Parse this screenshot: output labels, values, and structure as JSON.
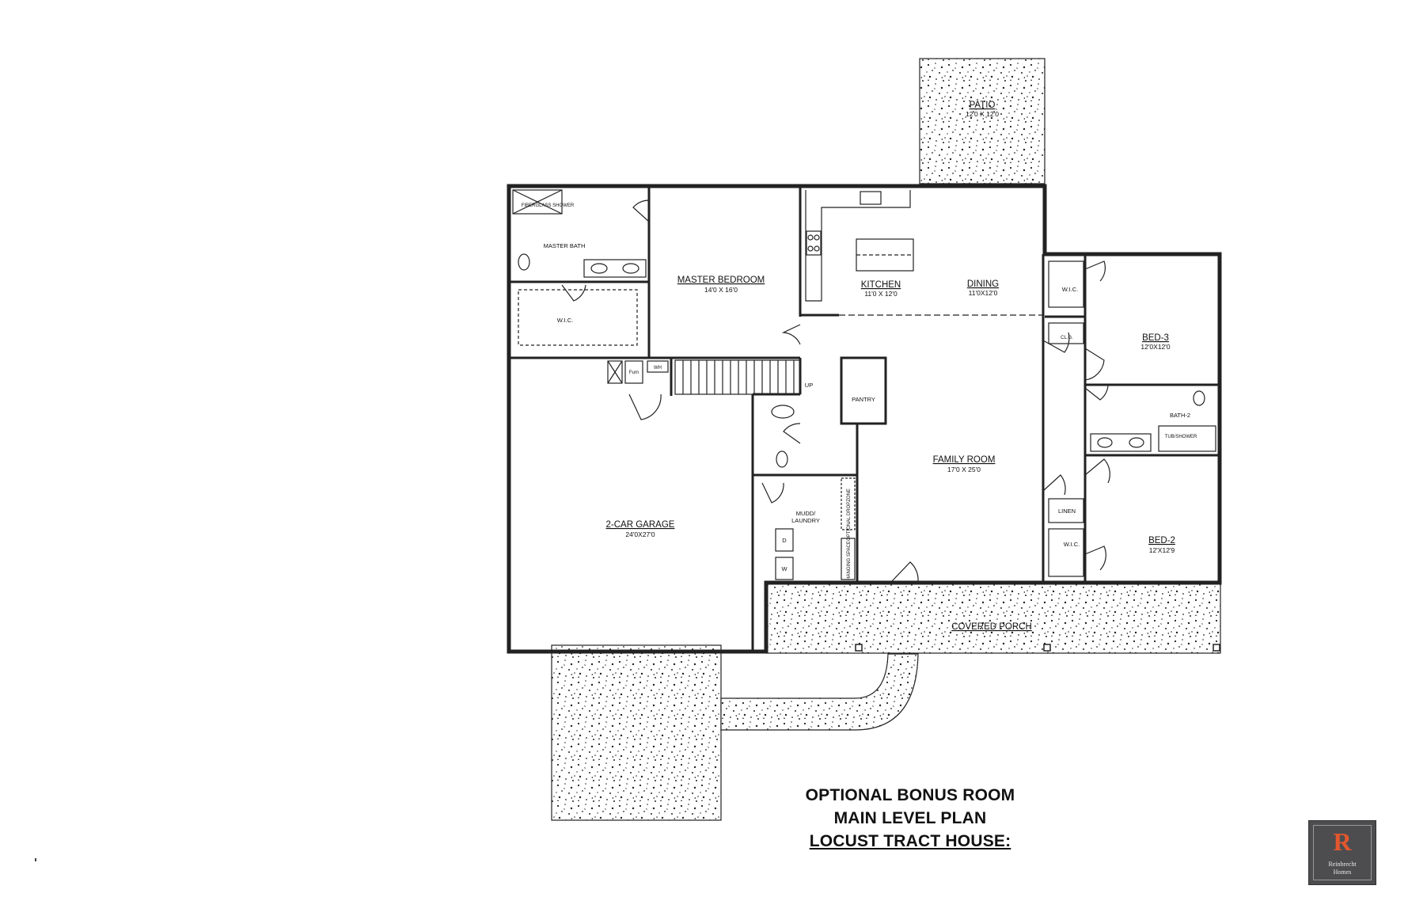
{
  "plan": {
    "rooms": {
      "patio": {
        "name": "PATIO",
        "dim": "12'0 X 12'0"
      },
      "master_bath": {
        "name": "MASTER BATH"
      },
      "fiberglass_shower": {
        "name": "FIBERGLASS SHOWER"
      },
      "master_wic": {
        "name": "W.I.C."
      },
      "master_bedroom": {
        "name": "MASTER BEDROOM",
        "dim": "14'0 X 16'0"
      },
      "kitchen": {
        "name": "KITCHEN",
        "dim": "11'0 X 12'0"
      },
      "dining": {
        "name": "DINING",
        "dim": "11'0X12'0"
      },
      "bed3_wic": {
        "name": "W.I.C."
      },
      "bed3_closet": {
        "name": "CL.G."
      },
      "bed3": {
        "name": "BED-3",
        "dim": "12'0X12'0"
      },
      "bath2": {
        "name": "BATH-2"
      },
      "tub_shower": {
        "name": "TUB/SHOWER"
      },
      "pantry": {
        "name": "PANTRY"
      },
      "stair_up": {
        "name": "UP"
      },
      "furnace": {
        "name": "Furn"
      },
      "water_heater": {
        "name": "WH"
      },
      "family_room": {
        "name": "FAMILY ROOM",
        "dim": "17'0 X 25'0"
      },
      "garage": {
        "name": "2-CAR GARAGE",
        "dim": "24'0X27'0"
      },
      "mudd_laundry": {
        "name": "MUDD/ LAUNDRY",
        "line1": "MUDD/",
        "line2": "LAUNDRY"
      },
      "optional_dropzone": {
        "name": "OPTIONAL DROPZONE"
      },
      "hanging_space": {
        "name": "HANGING SPACE"
      },
      "dryer": {
        "name": "D"
      },
      "washer": {
        "name": "W"
      },
      "linen": {
        "name": "LINEN"
      },
      "bed2_wic": {
        "name": "W.I.C."
      },
      "bed2": {
        "name": "BED-2",
        "dim": "12'X12'9"
      },
      "covered_porch": {
        "name": "COVERED PORCH"
      }
    }
  },
  "title": {
    "line1": "OPTIONAL BONUS ROOM",
    "line2": "MAIN LEVEL PLAN",
    "line3": "LOCUST TRACT HOUSE:"
  },
  "logo": {
    "mark": "R",
    "line1": "Reinbrecht",
    "line2": "Homes",
    "bg_color": "#4d4d4f",
    "accent_color": "#e4572e"
  }
}
